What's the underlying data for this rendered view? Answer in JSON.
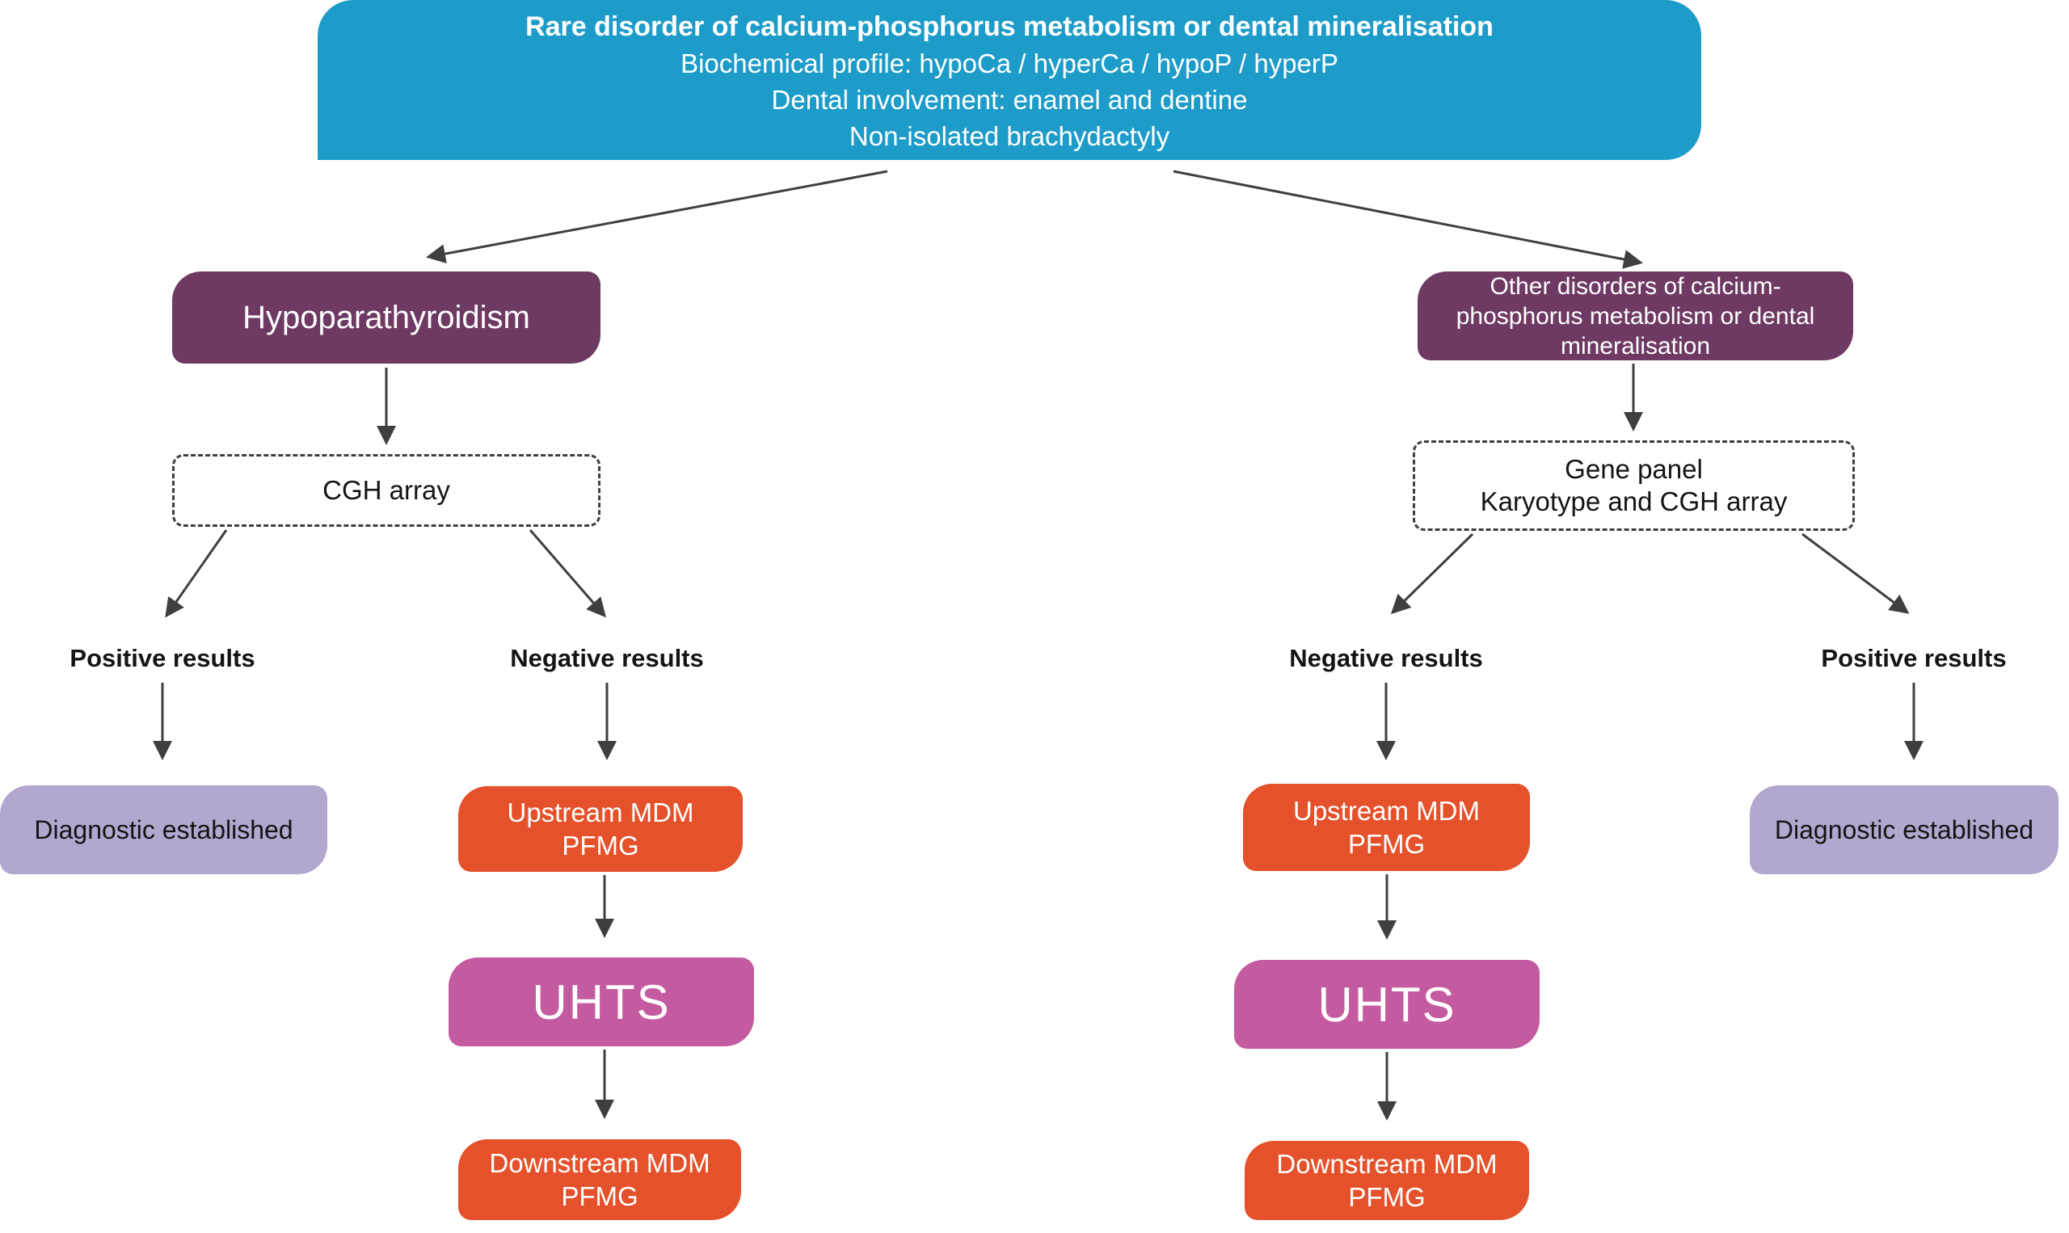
{
  "palette": {
    "teal": "#1E9CC9",
    "plum": "#6E3A64",
    "lavender": "#B3A6CF",
    "orange": "#E5512A",
    "pink": "#C45BA0",
    "arrow": "#3F3F3F",
    "dash": "#3F3F3F",
    "ink": "#141414"
  },
  "root": {
    "line1": "Rare disorder of calcium-phosphorus metabolism or dental mineralisation",
    "line2": "Biochemical profile: hypoCa / hyperCa / hypoP / hyperP",
    "line3": "Dental involvement: enamel and dentine",
    "line4": "Non-isolated brachydactyly"
  },
  "left": {
    "condition": "Hypoparathyroidism",
    "test": "CGH array",
    "positive_label": "Positive results",
    "negative_label": "Negative results",
    "diagnostic": "Diagnostic established",
    "upstream_line1": "Upstream MDM",
    "upstream_line2": "PFMG",
    "uhts": "UHTS",
    "downstream_line1": "Downstream MDM",
    "downstream_line2": "PFMG"
  },
  "right": {
    "condition_line1": "Other disorders of calcium-",
    "condition_line2": "phosphorus metabolism or dental",
    "condition_line3": "mineralisation",
    "test_line1": "Gene panel",
    "test_line2": "Karyotype and CGH array",
    "negative_label": "Negative results",
    "positive_label": "Positive results",
    "diagnostic": "Diagnostic established",
    "upstream_line1": "Upstream MDM",
    "upstream_line2": "PFMG",
    "uhts": "UHTS",
    "downstream_line1": "Downstream MDM",
    "downstream_line2": "PFMG"
  }
}
